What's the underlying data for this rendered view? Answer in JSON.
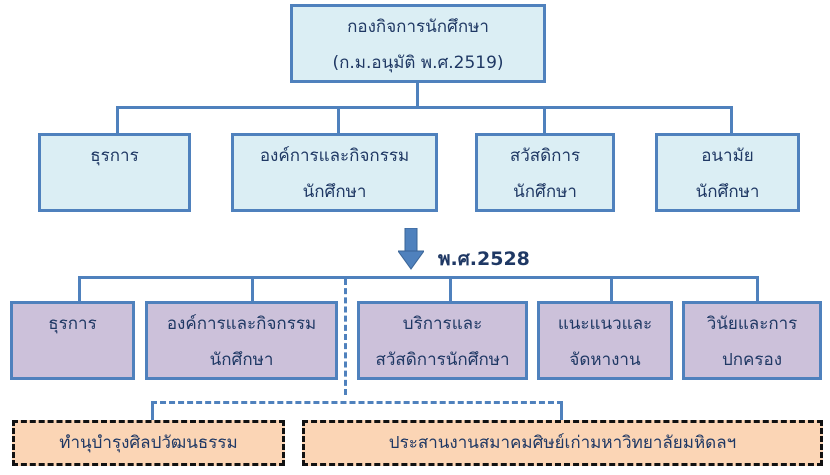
{
  "colors": {
    "line": "#4F81BD",
    "level1_fill": "#DBEEF4",
    "level2_fill": "#CCC1DA",
    "affiliated_fill": "#FBD5B5",
    "text": "#1F3864"
  },
  "root": {
    "line1": "กองกิจการนักศึกษา",
    "line2": "(ก.ม.อนุมัติ พ.ศ.2519)"
  },
  "original_units": [
    {
      "line1": "ธุรการ",
      "line2": ""
    },
    {
      "line1": "องค์การและกิจกรรม",
      "line2": "นักศึกษา"
    },
    {
      "line1": "สวัสดิการ",
      "line2": "นักศึกษา"
    },
    {
      "line1": "อนามัย",
      "line2": "นักศึกษา"
    }
  ],
  "transition": {
    "arrow_icon": "down-arrow-icon",
    "year_label": "พ.ศ.2528"
  },
  "new_units": [
    {
      "line1": "ธุรการ",
      "line2": ""
    },
    {
      "line1": "องค์การและกิจกรรม",
      "line2": "นักศึกษา"
    },
    {
      "line1": "บริการและ",
      "line2": "สวัสดิการนักศึกษา"
    },
    {
      "line1": "แนะแนวและ",
      "line2": "จัดหางาน"
    },
    {
      "line1": "วินัยและการ",
      "line2": "ปกครอง"
    }
  ],
  "affiliated_units": [
    {
      "label": "ทำนุบำรุงศิลปวัฒนธรรม"
    },
    {
      "label": "ประสานงานสมาคมศิษย์เก่ามหาวิทยาลัยมหิดลฯ"
    }
  ]
}
